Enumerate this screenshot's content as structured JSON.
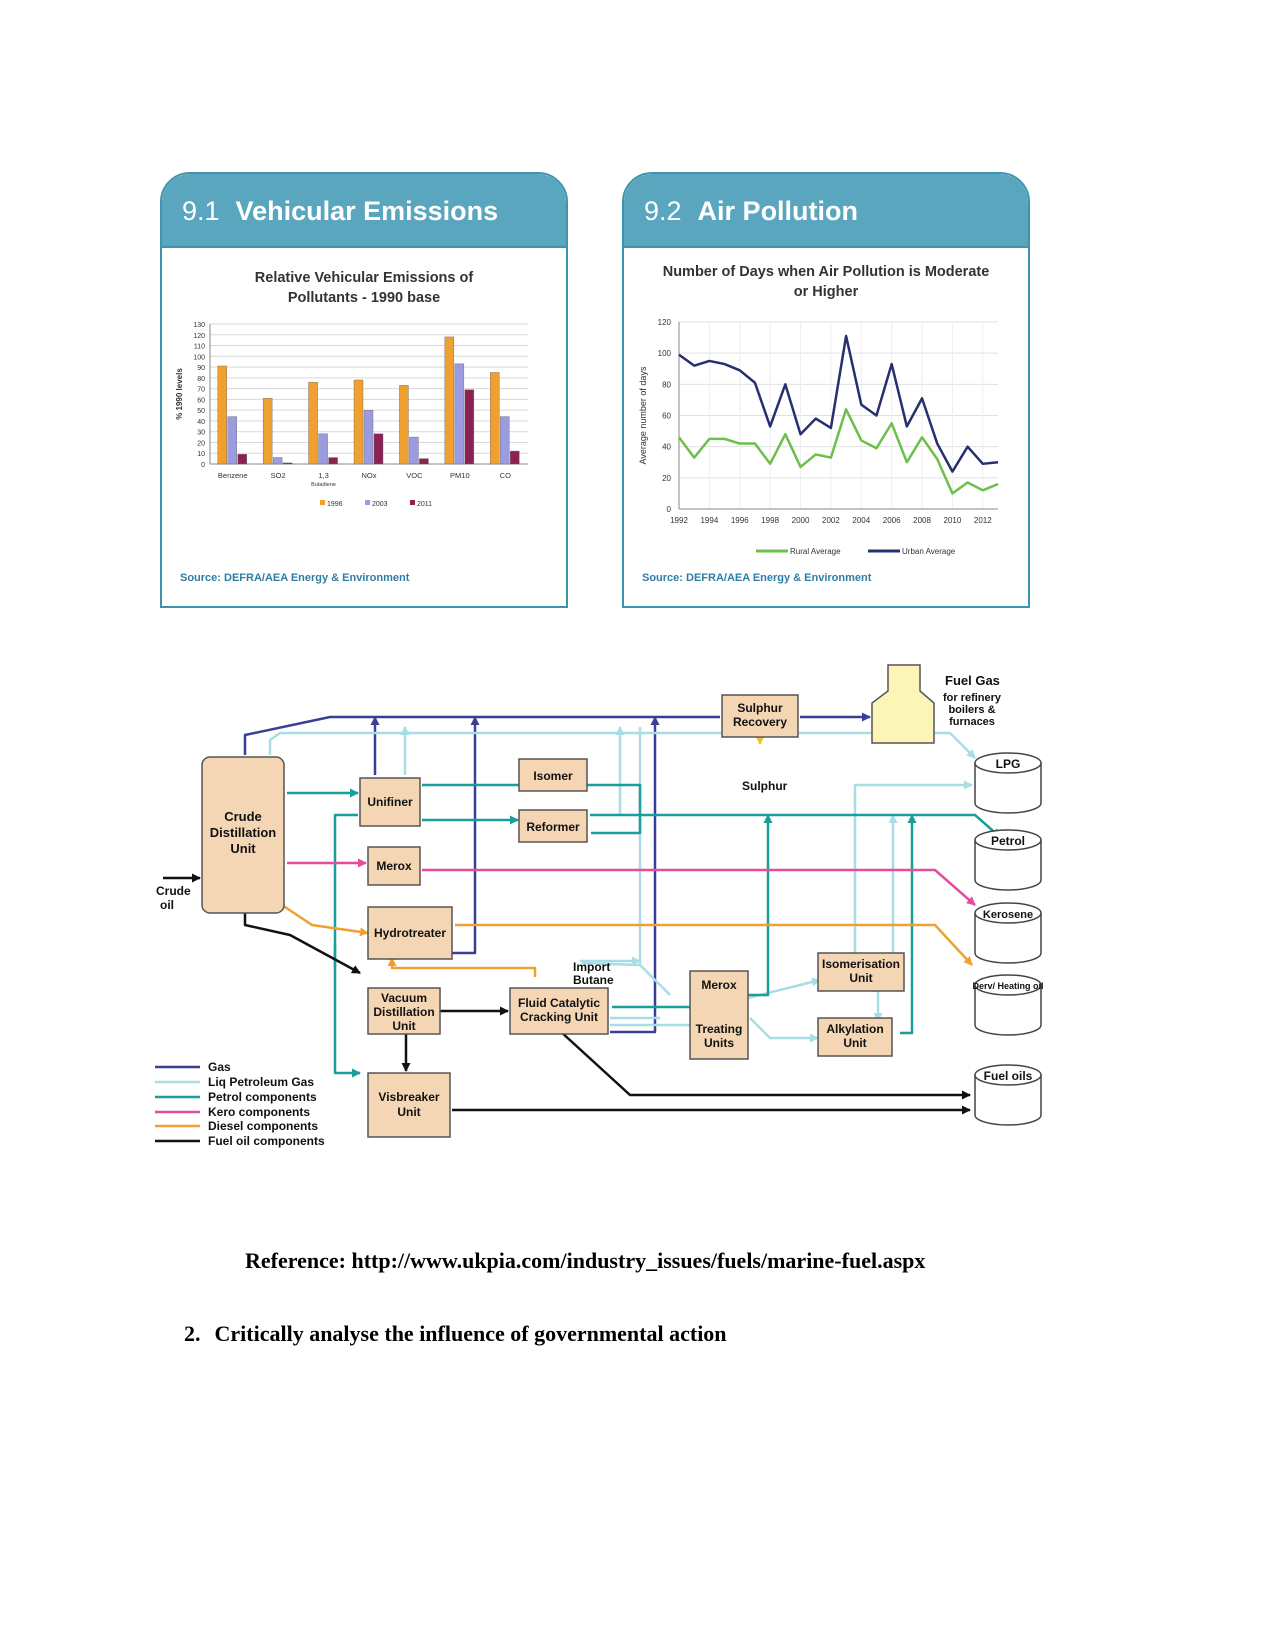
{
  "panel1": {
    "number": "9.1",
    "title": "Vehicular Emissions",
    "source": "Source: DEFRA/AEA Energy & Environment"
  },
  "panel2": {
    "number": "9.2",
    "title": "Air Pollution",
    "source": "Source: DEFRA/AEA Energy & Environment"
  },
  "colors": {
    "panel_header": "#5aa6be",
    "gas": "#3a3f96",
    "lpg": "#a9dde6",
    "petrol": "#1a9e9c",
    "kero": "#e64c9c",
    "diesel": "#f0a030",
    "fuel_oil": "#111111",
    "unit_fill": "#f5d6b4"
  },
  "chart_data": [
    {
      "type": "bar",
      "title": "Relative Vehicular Emissions of Pollutants - 1990 base",
      "ylabel": "% 1990 levels",
      "xlabel": "",
      "ylim": [
        0,
        130
      ],
      "yticks": [
        0,
        10,
        20,
        30,
        40,
        50,
        60,
        70,
        80,
        90,
        100,
        110,
        120,
        130
      ],
      "categories": [
        "Benzene",
        "SO2",
        "1,3 Butadiene",
        "NOx",
        "VOC",
        "PM10",
        "CO"
      ],
      "category_labels": [
        [
          "Benzene"
        ],
        [
          "SO2"
        ],
        [
          "1,3",
          "Butadiene"
        ],
        [
          "NOx"
        ],
        [
          "VOC"
        ],
        [
          "PM10"
        ],
        [
          "CO"
        ]
      ],
      "series": [
        {
          "name": "1996",
          "color": "#f0a030",
          "values": [
            91,
            61,
            76,
            78,
            73,
            118,
            85
          ]
        },
        {
          "name": "2003",
          "color": "#9b9be0",
          "values": [
            44,
            6,
            28,
            50,
            25,
            93,
            44
          ]
        },
        {
          "name": "2011",
          "color": "#8b2252",
          "values": [
            9,
            1,
            6,
            28,
            5,
            69,
            12
          ]
        }
      ],
      "grid": true,
      "legend": "bottom"
    },
    {
      "type": "line",
      "title": "Number of Days when Air Pollution is Moderate or Higher",
      "ylabel": "Average number of days",
      "xlabel": "",
      "ylim": [
        0,
        120
      ],
      "yticks": [
        0,
        20,
        40,
        60,
        80,
        100,
        120
      ],
      "xlim": [
        1992,
        2013
      ],
      "xticks": [
        1992,
        1994,
        1996,
        1998,
        2000,
        2002,
        2004,
        2006,
        2008,
        2010,
        2012
      ],
      "x": [
        1992,
        1993,
        1994,
        1995,
        1996,
        1997,
        1998,
        1999,
        2000,
        2001,
        2002,
        2003,
        2004,
        2005,
        2006,
        2007,
        2008,
        2009,
        2010,
        2011,
        2012,
        2013
      ],
      "series": [
        {
          "name": "Rural Average",
          "color": "#6cc04a",
          "values": [
            46,
            33,
            45,
            45,
            42,
            42,
            29,
            48,
            27,
            35,
            33,
            64,
            44,
            39,
            55,
            30,
            46,
            32,
            10,
            17,
            12,
            16
          ]
        },
        {
          "name": "Urban Average",
          "color": "#27306e",
          "values": [
            99,
            92,
            95,
            93,
            89,
            81,
            53,
            80,
            48,
            58,
            52,
            111,
            67,
            60,
            93,
            53,
            71,
            42,
            24,
            40,
            29,
            30
          ]
        }
      ],
      "grid": true,
      "legend": "bottom"
    }
  ],
  "diagram": {
    "units": {
      "crude": [
        "Crude",
        "Distillation",
        "Unit"
      ],
      "unifiner": "Unifiner",
      "isomer": "Isomer",
      "reformer": "Reformer",
      "merox1": "Merox",
      "hydrotreater": "Hydrotreater",
      "vacuum": [
        "Vacuum",
        "Distillation",
        "Unit"
      ],
      "fcc": [
        "Fluid Catalytic",
        "Cracking Unit"
      ],
      "merox2": "Merox",
      "treating": [
        "Treating",
        "Units"
      ],
      "isomerisation": [
        "Isomerisation",
        "Unit"
      ],
      "alkylation": [
        "Alkylation",
        "Unit"
      ],
      "visbreaker": [
        "Visbreaker",
        "Unit"
      ],
      "sulphur_recovery": [
        "Sulphur",
        "Recovery"
      ]
    },
    "labels": {
      "crude_oil": [
        "Crude",
        "oil"
      ],
      "sulphur": "Sulphur",
      "import_butane": [
        "Import",
        "Butane"
      ],
      "fuel_gas": "Fuel Gas",
      "fuel_gas_sub": [
        "for refinery",
        "boilers &",
        "furnaces"
      ]
    },
    "products": [
      "LPG",
      "Petrol",
      "Kerosene",
      "Derv/ Heating oil",
      "Fuel oils"
    ],
    "legend": [
      "Gas",
      "Liq Petroleum Gas",
      "Petrol components",
      "Kero components",
      "Diesel components",
      "Fuel oil components"
    ]
  },
  "reference": "Reference: http://www.ukpia.com/industry_issues/fuels/marine-fuel.aspx",
  "question": {
    "number": "2.",
    "text": "Critically analyse the influence of governmental action"
  }
}
